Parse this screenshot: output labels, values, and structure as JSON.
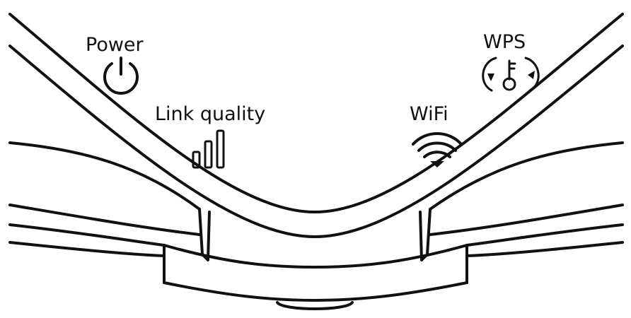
{
  "labels": {
    "power": "Power",
    "link_quality": "Link quality",
    "wifi": "WiFi",
    "wps": "WPS"
  },
  "icons": {
    "power": "power-icon",
    "link_quality": "signal-bars-icon",
    "wifi": "wifi-icon",
    "wps": "key-rotate-icon"
  },
  "colors": {
    "line": "#111111",
    "background": "#ffffff"
  }
}
